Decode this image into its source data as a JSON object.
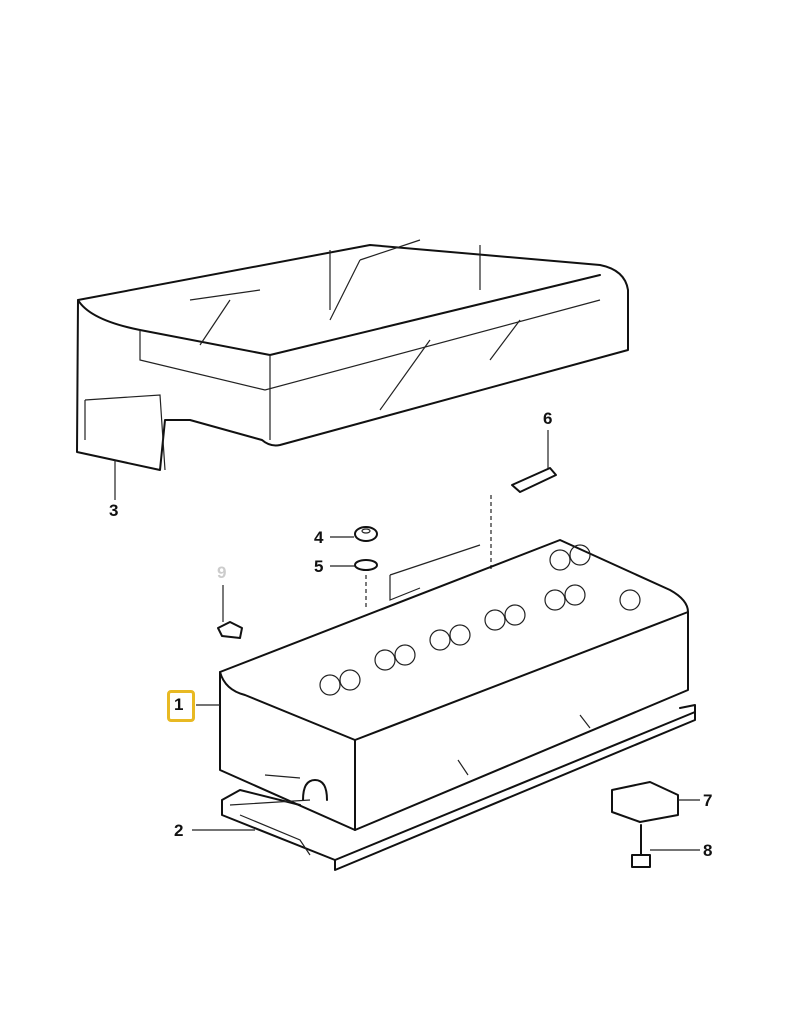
{
  "diagram": {
    "callouts": [
      {
        "id": "1",
        "label": "1",
        "highlighted": true
      },
      {
        "id": "2",
        "label": "2"
      },
      {
        "id": "3",
        "label": "3"
      },
      {
        "id": "4",
        "label": "4"
      },
      {
        "id": "5",
        "label": "5"
      },
      {
        "id": "6",
        "label": "6"
      },
      {
        "id": "7",
        "label": "7"
      },
      {
        "id": "8",
        "label": "8"
      },
      {
        "id": "9",
        "label": "9",
        "muted": true
      }
    ],
    "highlight_color": "#e8b923"
  }
}
